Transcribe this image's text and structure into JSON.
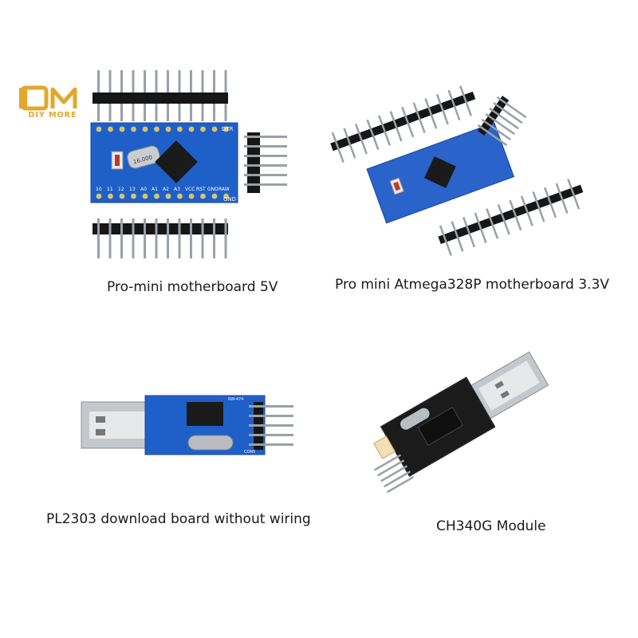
{
  "logo": {
    "mark": "DM",
    "text": "DIY MORE",
    "color": "#e2a72e"
  },
  "products": [
    {
      "caption": "Pro-mini motherboard 5V"
    },
    {
      "caption": "Pro mini Atmega328P motherboard 3.3V"
    },
    {
      "caption": "PL2303 download board without wiring"
    },
    {
      "caption": "CH340G Module"
    }
  ],
  "board_labels": {
    "promini_top": [
      "DTR"
    ],
    "promini_crystal": "16.000",
    "promini_bottom": [
      "10",
      "11",
      "12",
      "13",
      "A0",
      "A1",
      "A2",
      "A3",
      "VCC",
      "RST",
      "GND",
      "RAW"
    ],
    "promini_right": [
      "GND"
    ],
    "pl2303_tag": "RW-474",
    "pl2303_conn": "CON5"
  },
  "colors": {
    "pcb_blue": "#1f5fc8",
    "pcb_black": "#1b1b1b",
    "pin_black": "#161616",
    "pin_metal": "#9aa0a6"
  }
}
